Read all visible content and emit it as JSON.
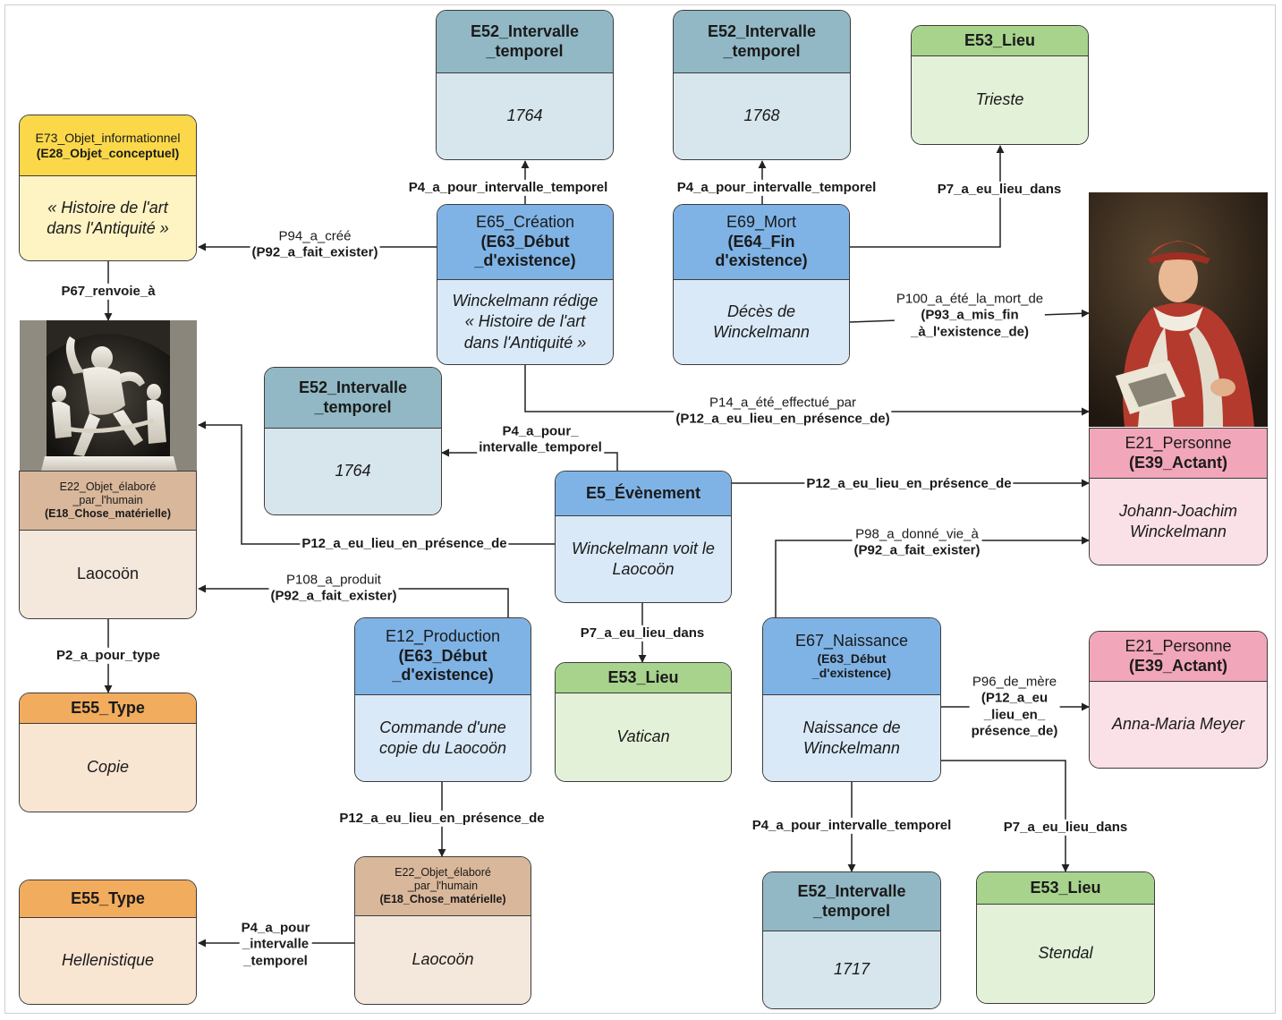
{
  "colors": {
    "teal_header": "#91b8c4",
    "teal_body": "#d6e6ec",
    "blue_header": "#7fb3e6",
    "blue_body": "#d9e9f7",
    "yellow_header": "#fbd84a",
    "yellow_body": "#fdf3c3",
    "tan_header": "#d9b79a",
    "tan_body": "#f4e7dc",
    "orange_header": "#f2ac5d",
    "orange_body": "#f9e6d2",
    "green_header": "#a8d38d",
    "green_body": "#e3f1d8",
    "pink_header": "#f1a6b9",
    "pink_body": "#fae0e7",
    "edge": "#222222"
  },
  "nodes": {
    "n1764_top": {
      "head1": "",
      "head2": "E52_Intervalle\n_temporel",
      "body": "1764",
      "style": "teal",
      "body_italic": true
    },
    "n1768": {
      "head1": "",
      "head2": "E52_Intervalle\n_temporel",
      "body": "1768",
      "style": "teal",
      "body_italic": true
    },
    "trieste": {
      "head1": "",
      "head2": "E53_Lieu",
      "body": "Trieste",
      "style": "green",
      "body_italic": true
    },
    "e73": {
      "head1": "E73_Objet_informationnel",
      "head2": "(E28_Objet_conceptuel)",
      "body": "« Histoire de l'art\ndans l'Antiquité »",
      "style": "yellow",
      "body_italic": true
    },
    "e65": {
      "head1": "E65_Création",
      "head2": "(E63_Début\n_d'existence)",
      "body": "Winckelmann rédige\n« Histoire de l'art\ndans l'Antiquité »",
      "style": "blue",
      "body_italic": true
    },
    "e69": {
      "head1": "E69_Mort",
      "head2": "(E64_Fin\nd'existence)",
      "body": "Décès de\nWinckelmann",
      "style": "blue",
      "body_italic": true
    },
    "n1764_mid": {
      "head1": "",
      "head2": "E52_Intervalle\n_temporel",
      "body": "1764",
      "style": "teal",
      "body_italic": true
    },
    "e22_top": {
      "head1": "E22_Objet_élaboré\n_par_l'humain",
      "head2": "(E18_Chose_matérielle)",
      "body": "Laocoön",
      "style": "tan",
      "body_italic": false
    },
    "e5": {
      "head1": "",
      "head2": "E5_Évènement",
      "body": "Winckelmann voit le\nLaocoön",
      "style": "blue",
      "body_italic": true
    },
    "e21_top": {
      "head1": "E21_Personne",
      "head2": "(E39_Actant)",
      "body": "Johann-Joachim\nWinckelmann",
      "style": "pink",
      "body_italic": true
    },
    "e12": {
      "head1": "E12_Production",
      "head2": "(E63_Début\n_d'existence)",
      "body": "Commande d'une\ncopie du Laocoön",
      "style": "blue",
      "body_italic": true
    },
    "vatican": {
      "head1": "",
      "head2": "E53_Lieu",
      "body": "Vatican",
      "style": "green",
      "body_italic": true
    },
    "e67": {
      "head1": "E67_Naissance",
      "head2": "(E63_Début\n_d'existence)",
      "body": "Naissance de\nWinckelmann",
      "style": "blue",
      "body_italic": true
    },
    "e21_bot": {
      "head1": "E21_Personne",
      "head2": "(E39_Actant)",
      "body": "Anna-Maria Meyer",
      "style": "pink",
      "body_italic": true
    },
    "e55_copie": {
      "head1": "",
      "head2": "E55_Type",
      "body": "Copie",
      "style": "orange",
      "body_italic": true
    },
    "e22_bot": {
      "head1": "E22_Objet_élaboré\n_par_l'humain",
      "head2": "(E18_Chose_matérielle)",
      "body": "Laocoön",
      "style": "tan",
      "body_italic": true
    },
    "e55_hell": {
      "head1": "",
      "head2": "E55_Type",
      "body": "Hellenistique",
      "style": "orange",
      "body_italic": true
    },
    "n1717": {
      "head1": "",
      "head2": "E52_Intervalle\n_temporel",
      "body": "1717",
      "style": "teal",
      "body_italic": true
    },
    "stendal": {
      "head1": "",
      "head2": "E53_Lieu",
      "body": "Stendal",
      "style": "green",
      "body_italic": true
    }
  },
  "edge_labels": {
    "p4_e65": {
      "l1": "P4_a_pour_intervalle_temporel",
      "l2": "",
      "bold": true
    },
    "p4_e69": {
      "l1": "P4_a_pour_intervalle_temporel",
      "l2": "",
      "bold": true
    },
    "p7_trieste": {
      "l1": "P7_a_eu_lieu_dans",
      "l2": "",
      "bold": true
    },
    "p94": {
      "l1": "P94_a_créé",
      "l2": "(P92_a_fait_exister)",
      "bold": false
    },
    "p67": {
      "l1": "P67_renvoie_à",
      "l2": "",
      "bold": true
    },
    "p100": {
      "l1": "P100_a_été_la_mort_de",
      "l2": "(P93_a_mis_fin\n_à_l'existence_de)",
      "bold": false
    },
    "p14": {
      "l1": "P14_a_été_effectué_par",
      "l2": "(P12_a_eu_lieu_en_présence_de)",
      "bold": false
    },
    "p4_e5": {
      "l1": "P4_a_pour_\nintervalle_temporel",
      "l2": "",
      "bold": true
    },
    "p12_e21": {
      "l1": "P12_a_eu_lieu_en_présence_de",
      "l2": "",
      "bold": true
    },
    "p12_e22": {
      "l1": "P12_a_eu_lieu_en_présence_de",
      "l2": "",
      "bold": true
    },
    "p98": {
      "l1": "P98_a_donné_vie_à",
      "l2": "(P92_a_fait_exister)",
      "bold": false
    },
    "p108": {
      "l1": "P108_a_produit",
      "l2": "(P92_a_fait_exister)",
      "bold": false
    },
    "p7_vatican": {
      "l1": "P7_a_eu_lieu_dans",
      "l2": "",
      "bold": true
    },
    "p2": {
      "l1": "P2_a_pour_type",
      "l2": "",
      "bold": true
    },
    "p96": {
      "l1": "P96_de_mère",
      "l2": "(P12_a_eu\n_lieu_en_\nprésence_de)",
      "bold": false
    },
    "p12_e12": {
      "l1": "P12_a_eu_lieu_en_présence_de",
      "l2": "",
      "bold": true
    },
    "p4_e67": {
      "l1": "P4_a_pour_intervalle_temporel",
      "l2": "",
      "bold": true
    },
    "p7_stendal": {
      "l1": "P7_a_eu_lieu_dans",
      "l2": "",
      "bold": true
    },
    "p4_e22": {
      "l1": "P4_a_pour\n_intervalle\n_temporel",
      "l2": "",
      "bold": true
    }
  },
  "images": {
    "sculpture": "laocoon-sculpture-image",
    "portrait": "winckelmann-portrait-image"
  }
}
